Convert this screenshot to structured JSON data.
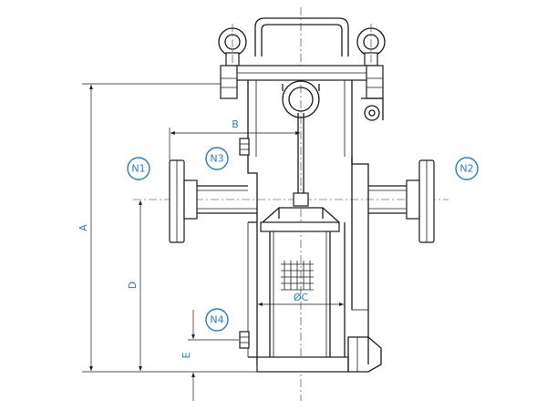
{
  "dimensions": {
    "a": "A",
    "b": "B",
    "c": "ØC",
    "d": "D",
    "e": "E"
  },
  "nozzles": {
    "n1": "N1",
    "n2": "N2",
    "n3": "N3",
    "n4": "N4"
  },
  "colors": {
    "label": "#2d7fb8",
    "line": "#1a1a1a"
  }
}
